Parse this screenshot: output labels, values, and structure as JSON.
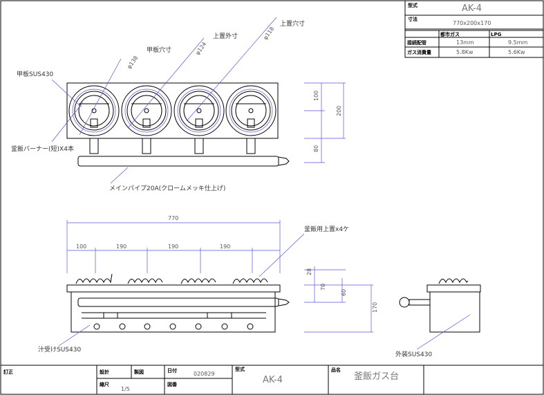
{
  "spec_table": {
    "model_label": "型式",
    "model_value": "AK-4",
    "size_label": "寸法",
    "size_value": "770x200x170",
    "col_city_gas": "都市ガス",
    "col_lpg": "LPG",
    "pipe_label": "接続配管",
    "pipe_city": "13mm",
    "pipe_lpg": "9.5mm",
    "consumption_label": "ガス消費量",
    "consumption_city": "5.8Kw",
    "consumption_lpg": "5.6Kw"
  },
  "annotations": {
    "top_plate": "甲板SUS430",
    "burner": "釜飯バーナー(短)X4本",
    "main_pipe": "メインパイプ20A(クロームメッキ仕上げ)",
    "plate_hole": "甲板穴寸",
    "cover_outer": "上置外寸",
    "cover_hole": "上置穴寸",
    "d1": "φ138",
    "d2": "φ124",
    "d3": "φ118",
    "cover_count": "釜飯用上置x4ケ",
    "drip_tray": "汁受けSUS430",
    "exterior": "外装SUS430"
  },
  "dimensions": {
    "plan_100": "100",
    "plan_200": "200",
    "plan_80": "80",
    "width_total": "770",
    "w1": "100",
    "w2": "190",
    "w3": "190",
    "w4": "190",
    "h28": "28",
    "h70": "70",
    "h60": "60",
    "h170": "170"
  },
  "title_block": {
    "revision": "訂正",
    "design": "設計",
    "drafting": "製図",
    "date_label": "日付",
    "date_value": "020829",
    "scale_label": "縮尺",
    "scale_value": "1/5",
    "drawing_no_label": "図番",
    "model_label": "型式",
    "model_value": "AK-4",
    "product_label": "品名",
    "product_value": "釜飯ガス台"
  }
}
